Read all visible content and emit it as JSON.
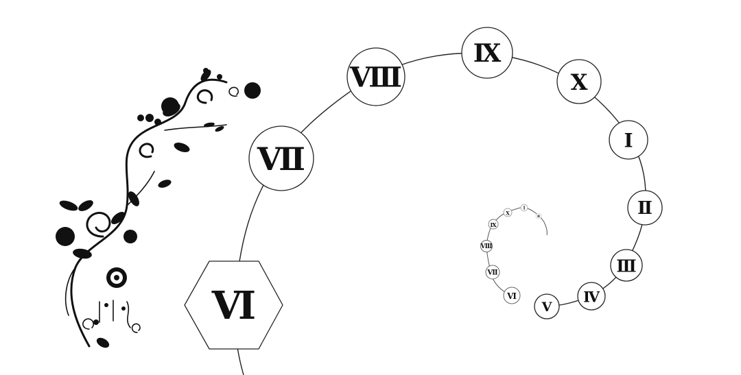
{
  "colors": {
    "ink": "#111111",
    "background": "#ffffff",
    "stroke": "#222222"
  },
  "large_spiral": {
    "nodes": [
      {
        "numeral": "Ⅵ",
        "shape": "hexagon",
        "selected": true
      },
      {
        "numeral": "Ⅶ",
        "shape": "circle"
      },
      {
        "numeral": "Ⅷ",
        "shape": "circle"
      },
      {
        "numeral": "Ⅸ",
        "shape": "circle"
      },
      {
        "numeral": "Ⅹ",
        "shape": "circle"
      },
      {
        "numeral": "Ⅰ",
        "shape": "circle"
      },
      {
        "numeral": "Ⅱ",
        "shape": "circle"
      },
      {
        "numeral": "Ⅲ",
        "shape": "circle"
      },
      {
        "numeral": "Ⅳ",
        "shape": "circle"
      },
      {
        "numeral": "Ⅴ",
        "shape": "circle"
      }
    ]
  },
  "small_spiral": {
    "nodes": [
      {
        "numeral": "Ⅵ"
      },
      {
        "numeral": "Ⅶ"
      },
      {
        "numeral": "Ⅷ"
      },
      {
        "numeral": "Ⅸ"
      },
      {
        "numeral": "Ⅹ"
      },
      {
        "numeral": "Ⅰ"
      },
      {
        "numeral": "Ⅱ"
      }
    ]
  },
  "decoration": {
    "icon": "floral-vine-ornament-icon"
  }
}
